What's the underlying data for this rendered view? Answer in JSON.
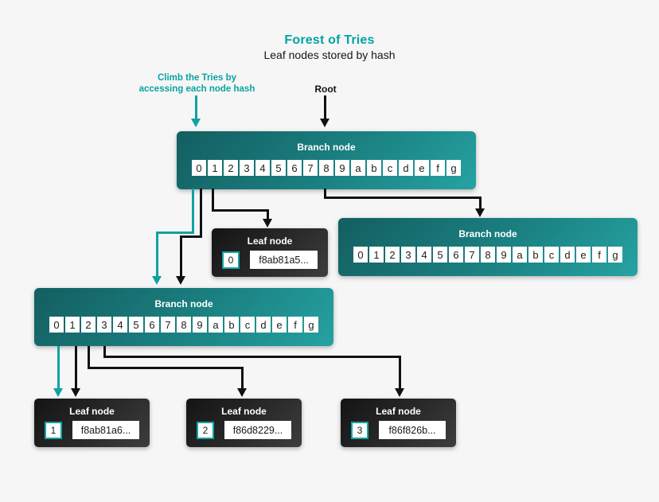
{
  "page": {
    "background": "#f6f6f6"
  },
  "colors": {
    "teal_accent": "#00a3a3",
    "teal_arrow": "#0fa2a2",
    "branch_gradient_dark": "#135e60",
    "branch_gradient_light": "#26a2a2",
    "leaf_gradient_dark": "#141414",
    "leaf_gradient_light": "#3d3d3d",
    "black_arrow": "#111111"
  },
  "header": {
    "title": "Forest of Tries",
    "subtitle": "Leaf nodes stored by hash"
  },
  "annotations": {
    "climb_line1": "Climb the Tries by",
    "climb_line2": "accessing each node hash",
    "root": "Root"
  },
  "branch_nodes": [
    {
      "id": "root-branch",
      "label": "Branch node",
      "cells": [
        "0",
        "1",
        "2",
        "3",
        "4",
        "5",
        "6",
        "7",
        "8",
        "9",
        "a",
        "b",
        "c",
        "d",
        "e",
        "f",
        "g"
      ]
    },
    {
      "id": "right-branch",
      "label": "Branch node",
      "cells": [
        "0",
        "1",
        "2",
        "3",
        "4",
        "5",
        "6",
        "7",
        "8",
        "9",
        "a",
        "b",
        "c",
        "d",
        "e",
        "f",
        "g"
      ]
    },
    {
      "id": "left-branch",
      "label": "Branch node",
      "cells": [
        "0",
        "1",
        "2",
        "3",
        "4",
        "5",
        "6",
        "7",
        "8",
        "9",
        "a",
        "b",
        "c",
        "d",
        "e",
        "f",
        "g"
      ]
    }
  ],
  "leaf_nodes": [
    {
      "label": "Leaf node",
      "index": "0",
      "hash": "f8ab81a5..."
    },
    {
      "label": "Leaf node",
      "index": "1",
      "hash": "f8ab81a6..."
    },
    {
      "label": "Leaf node",
      "index": "2",
      "hash": "f86d8229..."
    },
    {
      "label": "Leaf node",
      "index": "3",
      "hash": "f86f826b..."
    }
  ]
}
